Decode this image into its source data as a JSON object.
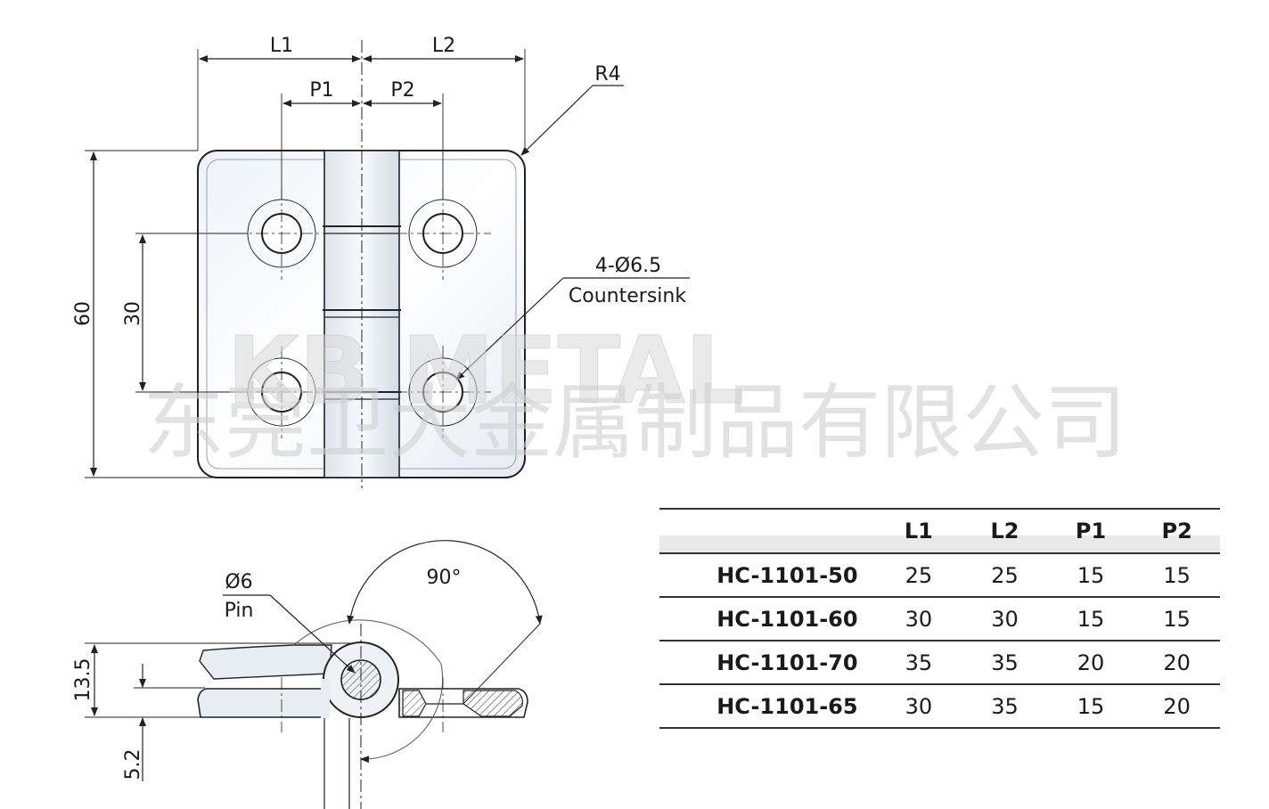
{
  "top_view": {
    "dims": {
      "l1": "L1",
      "l2": "L2",
      "p1": "P1",
      "p2": "P2",
      "radius": "R4",
      "height": "60",
      "hole_pitch": "30"
    },
    "hole_callout": {
      "line1": "4-Ø6.5",
      "line2": "Countersink"
    }
  },
  "watermark": {
    "latin": "KB METAL",
    "chinese": "东莞卫大金属制品有限公司"
  },
  "side_view": {
    "pin_label": {
      "line1": "Ø6",
      "line2": "Pin"
    },
    "angle": "90°",
    "thickness": "13.5",
    "offset": "5.2"
  },
  "table": {
    "headers": [
      "",
      "L1",
      "L2",
      "P1",
      "P2"
    ],
    "rows": [
      {
        "model": "HC-1101-50",
        "values": [
          "25",
          "25",
          "15",
          "15"
        ]
      },
      {
        "model": "HC-1101-60",
        "values": [
          "30",
          "30",
          "15",
          "15"
        ]
      },
      {
        "model": "HC-1101-70",
        "values": [
          "35",
          "35",
          "20",
          "20"
        ]
      },
      {
        "model": "HC-1101-65",
        "values": [
          "30",
          "35",
          "15",
          "20"
        ]
      }
    ]
  }
}
